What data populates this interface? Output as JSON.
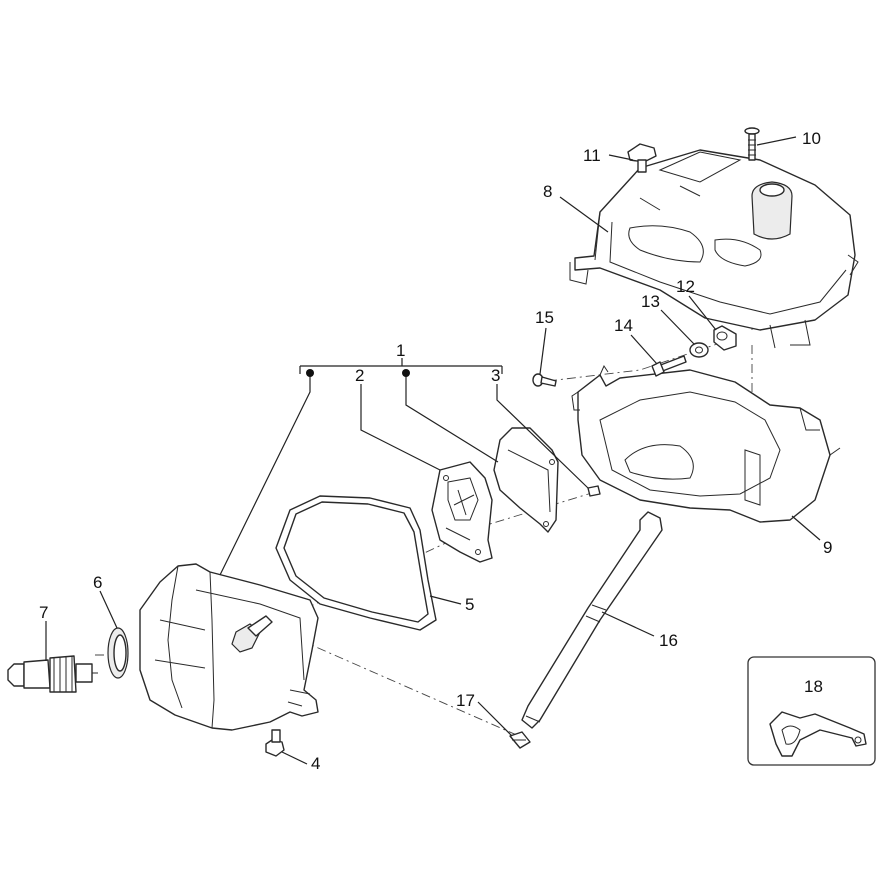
{
  "diagram": {
    "title": "Cylinder head cover exploded view",
    "callouts": [
      {
        "id": "1",
        "text": "1"
      },
      {
        "id": "2",
        "text": "2"
      },
      {
        "id": "3",
        "text": "3"
      },
      {
        "id": "4",
        "text": "4"
      },
      {
        "id": "5",
        "text": "5"
      },
      {
        "id": "6",
        "text": "6"
      },
      {
        "id": "7",
        "text": "7"
      },
      {
        "id": "8",
        "text": "8"
      },
      {
        "id": "9",
        "text": "9"
      },
      {
        "id": "10",
        "text": "10"
      },
      {
        "id": "11",
        "text": "11"
      },
      {
        "id": "12",
        "text": "12"
      },
      {
        "id": "13",
        "text": "13"
      },
      {
        "id": "14",
        "text": "14"
      },
      {
        "id": "15",
        "text": "15"
      },
      {
        "id": "16",
        "text": "16"
      },
      {
        "id": "17",
        "text": "17"
      },
      {
        "id": "18",
        "text": "18"
      }
    ]
  }
}
